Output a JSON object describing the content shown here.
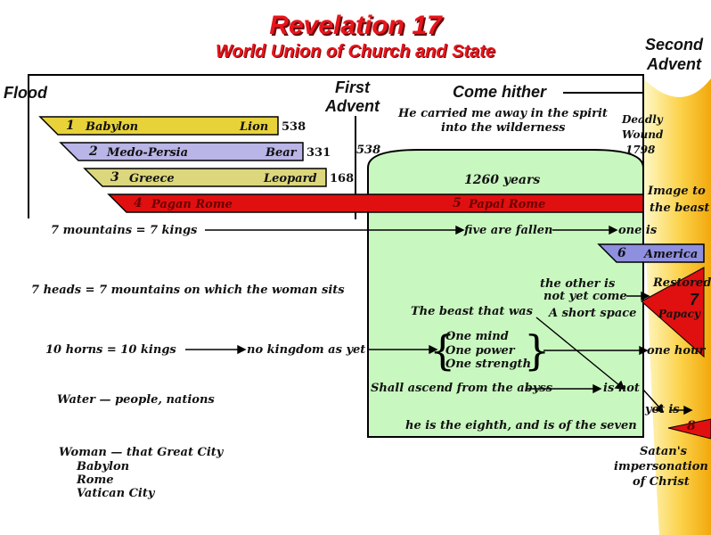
{
  "title": "Revelation 17",
  "subtitle": "World Union of Church and State",
  "milestones": {
    "flood": "Flood",
    "first_advent_1": "First",
    "first_advent_2": "Advent",
    "second_advent_1": "Second",
    "second_advent_2": "Advent",
    "come_hither": "Come hither",
    "carried_1": "He carried me away in the spirit",
    "carried_2": "into the wilderness",
    "deadly_1": "Deadly",
    "deadly_2": "Wound",
    "deadly_3": "1798",
    "year_538": "538",
    "period": "1260 years"
  },
  "kingdoms": [
    {
      "num": "1",
      "name": "Babylon",
      "beast": "Lion",
      "end": "538",
      "color": "#e8d23a"
    },
    {
      "num": "2",
      "name": "Medo-Persia",
      "beast": "Bear",
      "end": "331",
      "color": "#b9b5e6"
    },
    {
      "num": "3",
      "name": "Greece",
      "beast": "Leopard",
      "end": "168",
      "color": "#dcd77d"
    },
    {
      "num": "4",
      "name": "Pagan Rome",
      "color": "#e01010"
    },
    {
      "num": "5",
      "name": "Papal Rome",
      "color": "#e01010"
    },
    {
      "num": "6",
      "name": "America",
      "color": "#8f8fe0"
    },
    {
      "num": "7",
      "name": "",
      "color": "#e01010"
    },
    {
      "num": "8",
      "name": "",
      "color": "#e01010"
    }
  ],
  "right_labels": {
    "image_1": "Image to",
    "image_2": "the beast",
    "restored": "Restored",
    "papacy": "Papacy",
    "satan_1": "Satan's",
    "satan_2": "impersonation",
    "satan_3": "of Christ"
  },
  "rows": {
    "mountains": "7 mountains = 7 kings",
    "five_fallen": "five are fallen",
    "one_is": "one is",
    "heads": "7 heads = 7 mountains on which the woman sits",
    "other_1": "the other is",
    "other_2": "not yet come",
    "short_space": "A short space",
    "beast_was": "The beast that was",
    "horns": "10 horns = 10 kings",
    "no_kingdom": "no kingdom as yet",
    "one_mind": "One mind",
    "one_power": "One power",
    "one_strength": "One strength",
    "one_hour": "one hour",
    "abyss": "Shall ascend from the abyss",
    "is_not": "is not",
    "water": "Water — people, nations",
    "yet_is": "yet is",
    "eighth": "he is the eighth, and is of the seven",
    "woman": "Woman — that Great City",
    "city_1": "Babylon",
    "city_2": "Rome",
    "city_3": "Vatican City"
  }
}
